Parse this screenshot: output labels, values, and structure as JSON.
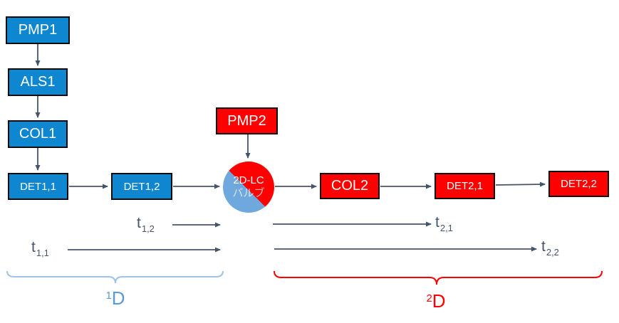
{
  "boxes": {
    "pmp1": {
      "label": "PMP1"
    },
    "als1": {
      "label": "ALS1"
    },
    "col1": {
      "label": "COL1"
    },
    "det11": {
      "label": "DET1,1"
    },
    "det12": {
      "label": "DET1,2"
    },
    "pmp2": {
      "label": "PMP2"
    },
    "col2": {
      "label": "COL2"
    },
    "det21": {
      "label": "DET2,1"
    },
    "det22": {
      "label": "DET2,2"
    }
  },
  "valve": {
    "line1": "2D-LC",
    "line2": "バルブ"
  },
  "time_markers": {
    "t11": {
      "base": "t",
      "sub": "1,1"
    },
    "t12": {
      "base": "t",
      "sub": "1,2"
    },
    "t21": {
      "base": "t",
      "sub": "2,1"
    },
    "t22": {
      "base": "t",
      "sub": "2,2"
    }
  },
  "dimensions": {
    "d1": {
      "sup": "1",
      "label": "D"
    },
    "d2": {
      "sup": "2",
      "label": "D"
    }
  },
  "colors": {
    "box_blue": "#0E87D0",
    "box_red": "#FE0000",
    "valve_blue": "#6FA8DC",
    "arrow_gray": "#44546A",
    "brace_blue": "#9DC3E6",
    "brace_red": "#FE0000",
    "dim1_text": "#5B9BD5",
    "dim2_text": "#FE0000",
    "box_border": "#0B0B0B",
    "box_text": "#FFFFFF"
  }
}
